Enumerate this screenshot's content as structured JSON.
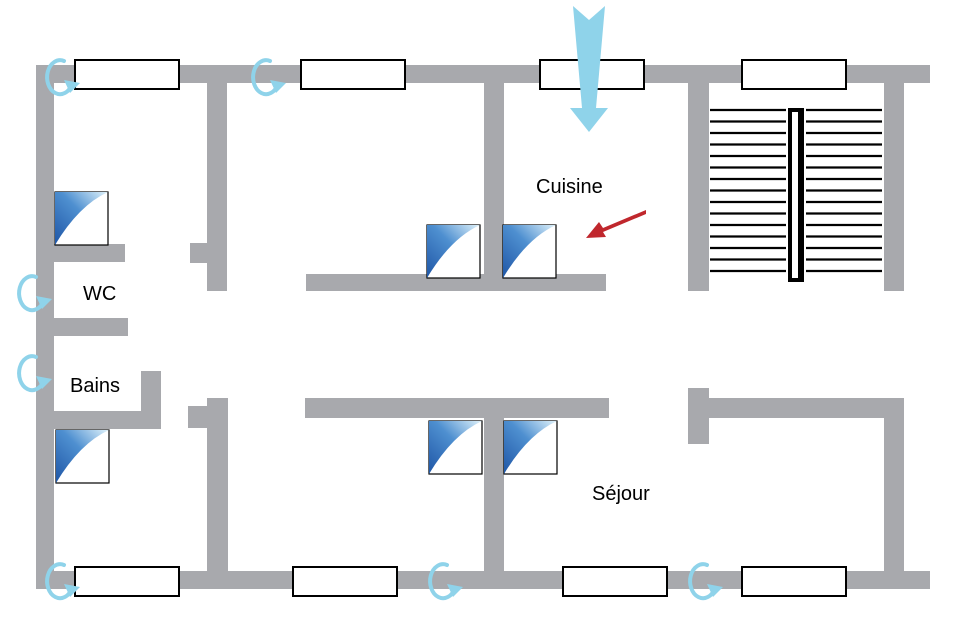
{
  "colors": {
    "wall": "#a8a9ad",
    "window_stroke": "#000000",
    "airflow": "#8fd3ea",
    "arrow_red": "#c0272d",
    "vent_dark": "#1f56a6",
    "vent_light": "#dff2fb"
  },
  "rooms": {
    "wc": "WC",
    "bains": "Bains",
    "cuisine": "Cuisine",
    "sejour": "Séjour"
  },
  "icons": {
    "airflow_rotation": "circular-arrow-icon",
    "air_inlet": "down-arrow-icon",
    "pointer": "red-arrow-icon",
    "vent": "vent-icon",
    "stairs": "stairs-icon"
  }
}
